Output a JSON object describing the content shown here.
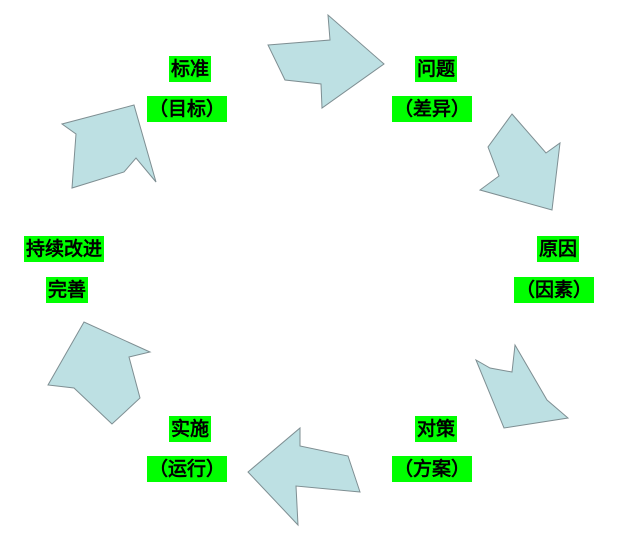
{
  "stages": [
    {
      "id": "standard",
      "title": "标准",
      "sub": "（目标）"
    },
    {
      "id": "problem",
      "title": "问题",
      "sub": "（差异）"
    },
    {
      "id": "cause",
      "title": "原因",
      "sub": "（因素）"
    },
    {
      "id": "countermeasure",
      "title": "对策",
      "sub": "（方案）"
    },
    {
      "id": "implement",
      "title": "实施",
      "sub": "（运行）"
    },
    {
      "id": "improve",
      "title": "持续改进",
      "sub": "完善"
    }
  ],
  "colors": {
    "label_bg": "#00ff00",
    "arrow_fill": "#bde0e3",
    "arrow_stroke": "#7e8e92"
  }
}
